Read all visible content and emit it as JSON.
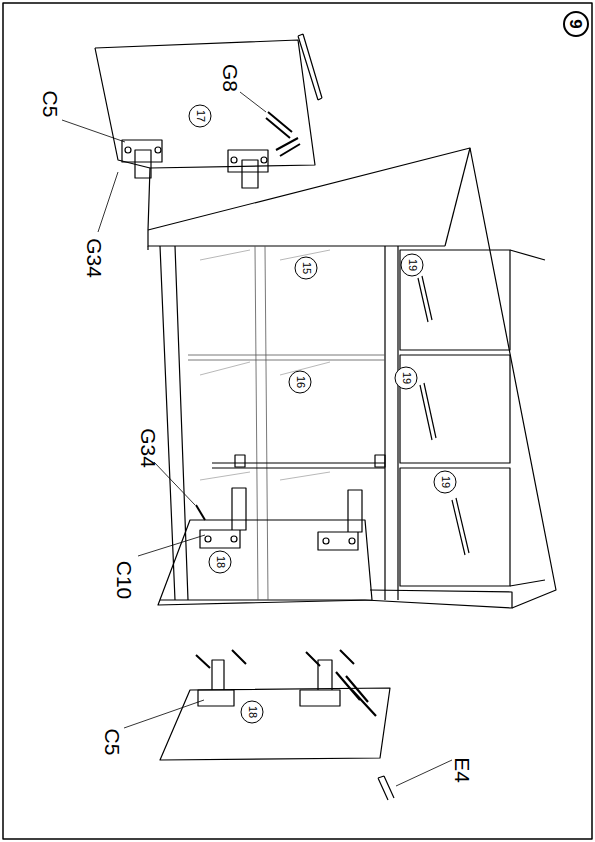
{
  "diagram": {
    "labels": [
      "9",
      "C5",
      "G34",
      "G8",
      "17",
      "15",
      "16",
      "19",
      "19",
      "19",
      "G34",
      "C10",
      "18",
      "C5",
      "18",
      "E4"
    ]
  }
}
